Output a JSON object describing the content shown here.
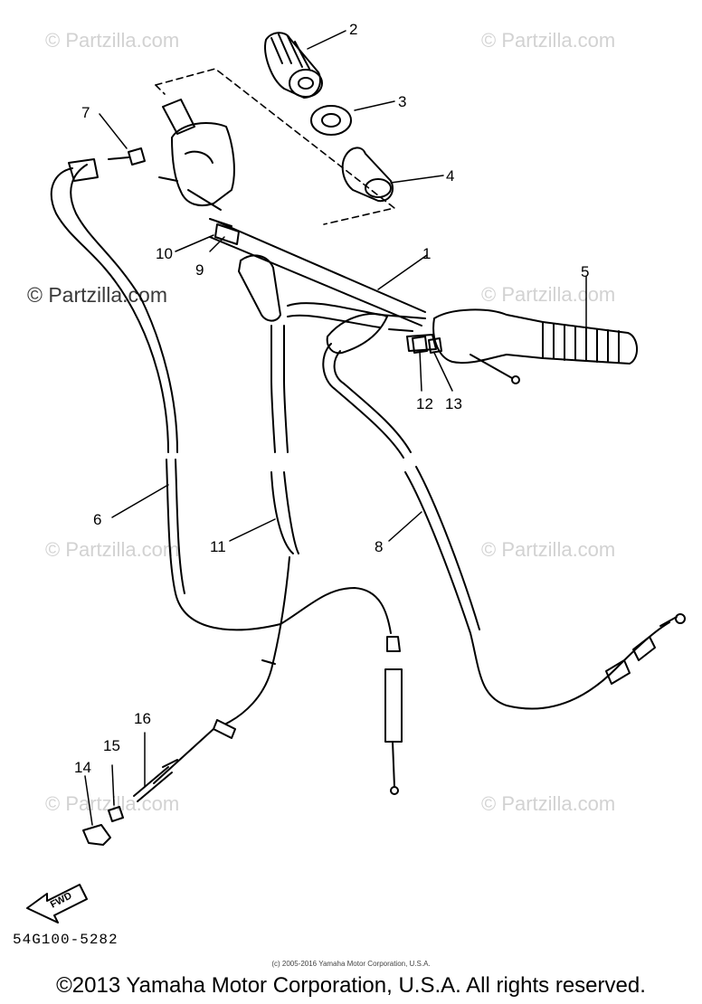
{
  "watermark_text": "© Partzilla.com",
  "callouts": [
    "1",
    "2",
    "3",
    "4",
    "5",
    "6",
    "7",
    "8",
    "9",
    "10",
    "11",
    "12",
    "13",
    "14",
    "15",
    "16"
  ],
  "fwd_label": "FWD",
  "part_number": "54G100-5282",
  "fine_print": "(c) 2005-2016 Yamaha Motor Corporation, U.S.A.",
  "copyright": "©2013 Yamaha Motor Corporation, U.S.A. All rights reserved."
}
